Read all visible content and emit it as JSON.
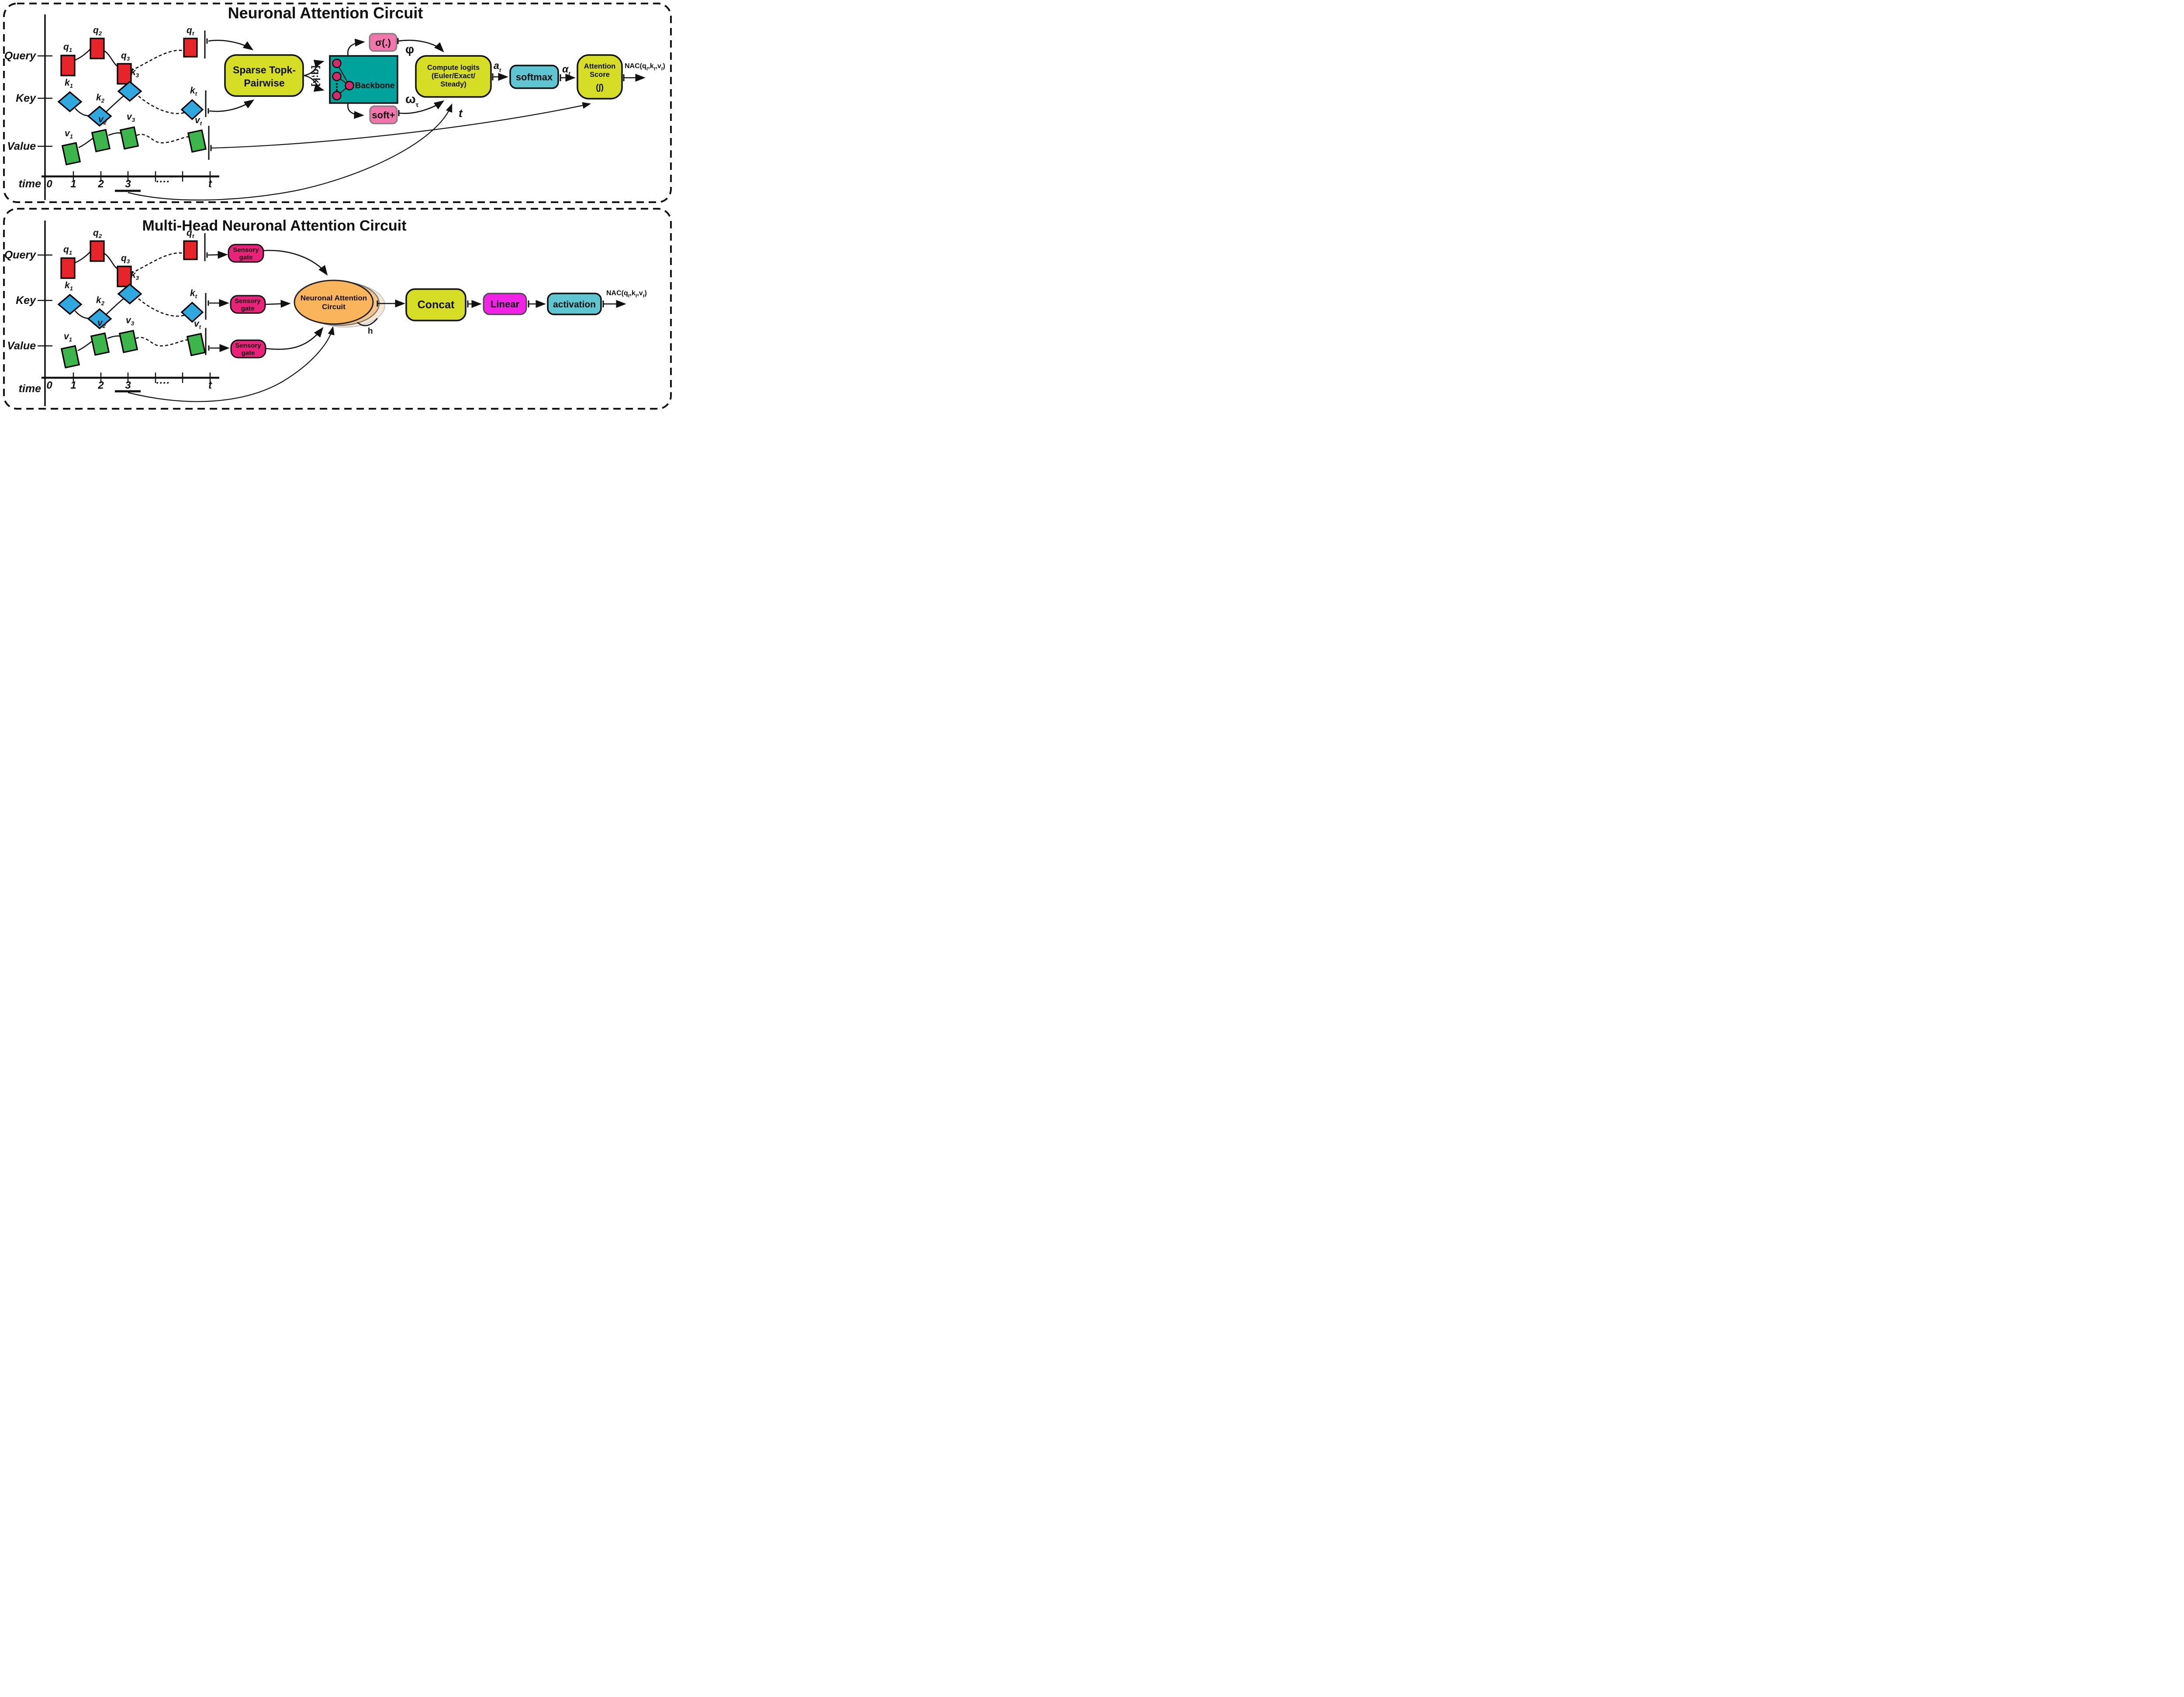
{
  "colors": {
    "yellow": "#D5DE25",
    "teal": "#00A39B",
    "node": "#D4296B",
    "pink": "#F276AC",
    "cyan": "#5FC6D1",
    "magenta": "#E82379",
    "fuchsia": "#F222E6",
    "orange": "#F9B45C",
    "red": "#E8242B",
    "blue": "#2FA8E0",
    "green": "#3CB54A",
    "ink": "#111111"
  },
  "row_labels": {
    "query": "Query",
    "key": "Key",
    "value": "Value",
    "time": "time"
  },
  "axis_ticks": [
    "0",
    "1",
    "2",
    "3",
    "····",
    "t"
  ],
  "series": {
    "q": {
      "base": "q",
      "subs": [
        "1",
        "2",
        "3",
        "t"
      ]
    },
    "k": {
      "base": "k",
      "subs": [
        "1",
        "2",
        "3",
        "t"
      ]
    },
    "v": {
      "base": "v",
      "subs": [
        "1",
        "2",
        "3",
        "t"
      ]
    }
  },
  "top": {
    "title": "Neuronal Attention Circuit",
    "sparse": {
      "line1": "Sparse Topk-",
      "line2": "Pairwise"
    },
    "qk_concat": "[q;k]",
    "backbone": "Backbone",
    "sigma": "σ(.)",
    "softplus": "soft+",
    "phi": "φ",
    "omega": {
      "base": "ω",
      "sub": "τ"
    },
    "compute": {
      "line1": "Compute logits",
      "line2": "(Euler/Exact/",
      "line3": "Steady)"
    },
    "a_t": {
      "base": "a",
      "sub": "t"
    },
    "softmax": "softmax",
    "alpha_t": {
      "base": "α",
      "sub": "t"
    },
    "attention": {
      "line1": "Attention",
      "line2": "Score",
      "line3": "(∫)"
    },
    "t_label": "t",
    "nac": {
      "p0": "NAC(q",
      "s0": "t",
      "p1": ",k",
      "s1": "t",
      "p2": ",v",
      "s2": "t",
      "p3": ")"
    }
  },
  "bottom": {
    "title": "Multi-Head Neuronal Attention Circuit",
    "sensory": {
      "line1": "Sensory",
      "line2": "gate"
    },
    "ellipse": {
      "line1": "Neuronal Attention",
      "line2": "Circuit"
    },
    "h_label": "h",
    "concat": "Concat",
    "linear": "Linear",
    "activation": "activation",
    "nac": {
      "p0": "NAC(q",
      "s0": "t",
      "p1": ",k",
      "s1": "t",
      "p2": ",v",
      "s2": "t",
      "p3": ")"
    }
  }
}
